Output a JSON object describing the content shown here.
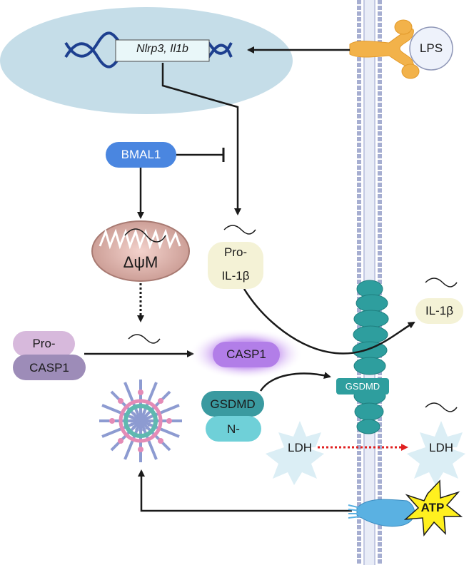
{
  "nucleus": {
    "genes": "Nlrp3, Il1b"
  },
  "receptor": {
    "ligand": "LPS"
  },
  "regulator": {
    "label": "BMAL1"
  },
  "mitochondrion": {
    "label": "ΔψM"
  },
  "pro_il1b": {
    "line1": "Pro-",
    "line2": "IL-1β"
  },
  "il1b": {
    "label": "IL-1β"
  },
  "pro_casp1": {
    "line1": "Pro-",
    "line2": "CASP1"
  },
  "casp1": {
    "label": "CASP1"
  },
  "gsdmd": {
    "line1": "GSDMD",
    "line2": "N-"
  },
  "pore": {
    "label": "GSDMD"
  },
  "ldh": {
    "inside": "LDH",
    "outside": "LDH"
  },
  "atp": {
    "label": "ATP"
  },
  "colors": {
    "nucleus": "#c5dde8",
    "dna": "#1d3f8f",
    "bmal1": "#4a86e0",
    "pro_casp1_top": "#d7b9dc",
    "pro_casp1_bottom": "#9d8cb8",
    "casp1_glow": "#b27ee8",
    "gsdmd_top": "#3a9aa0",
    "gsdmd_bottom": "#6fd0d8",
    "pore": "#2e9e9e",
    "membrane": "#a6aed1",
    "lps": "#f2b24a",
    "ldh_star": "#dbeef5",
    "atp_star": "#fff01f",
    "ldh_arrow": "#e02020"
  }
}
